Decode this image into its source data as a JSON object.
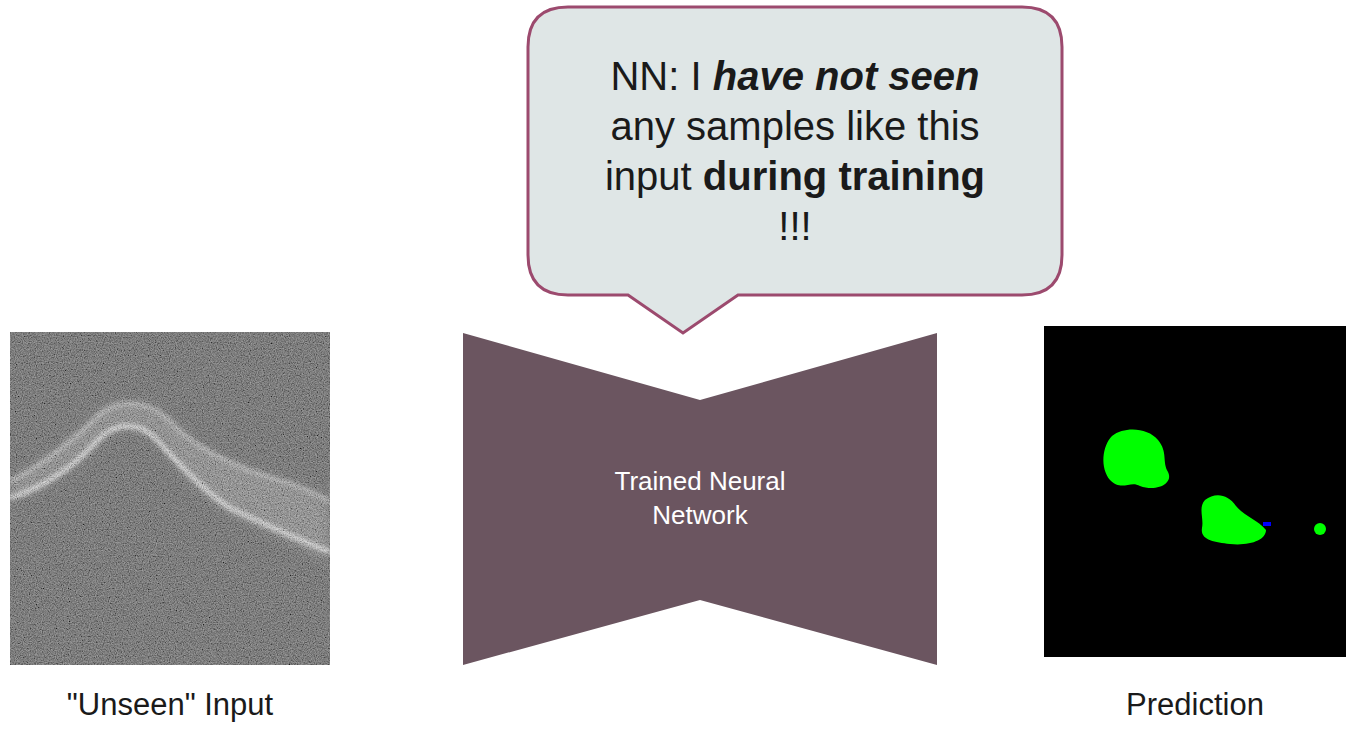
{
  "diagram": {
    "nodes": [
      {
        "text": [
          "NN: I have not seen any samples like this input during training !!!"
        ]
      },
      {
        "text": [
          "\"Unseen\" Input"
        ]
      },
      {
        "text": [
          "Trained Neural Network"
        ]
      },
      {
        "text": [
          "Prediction"
        ]
      }
    ]
  }
}
